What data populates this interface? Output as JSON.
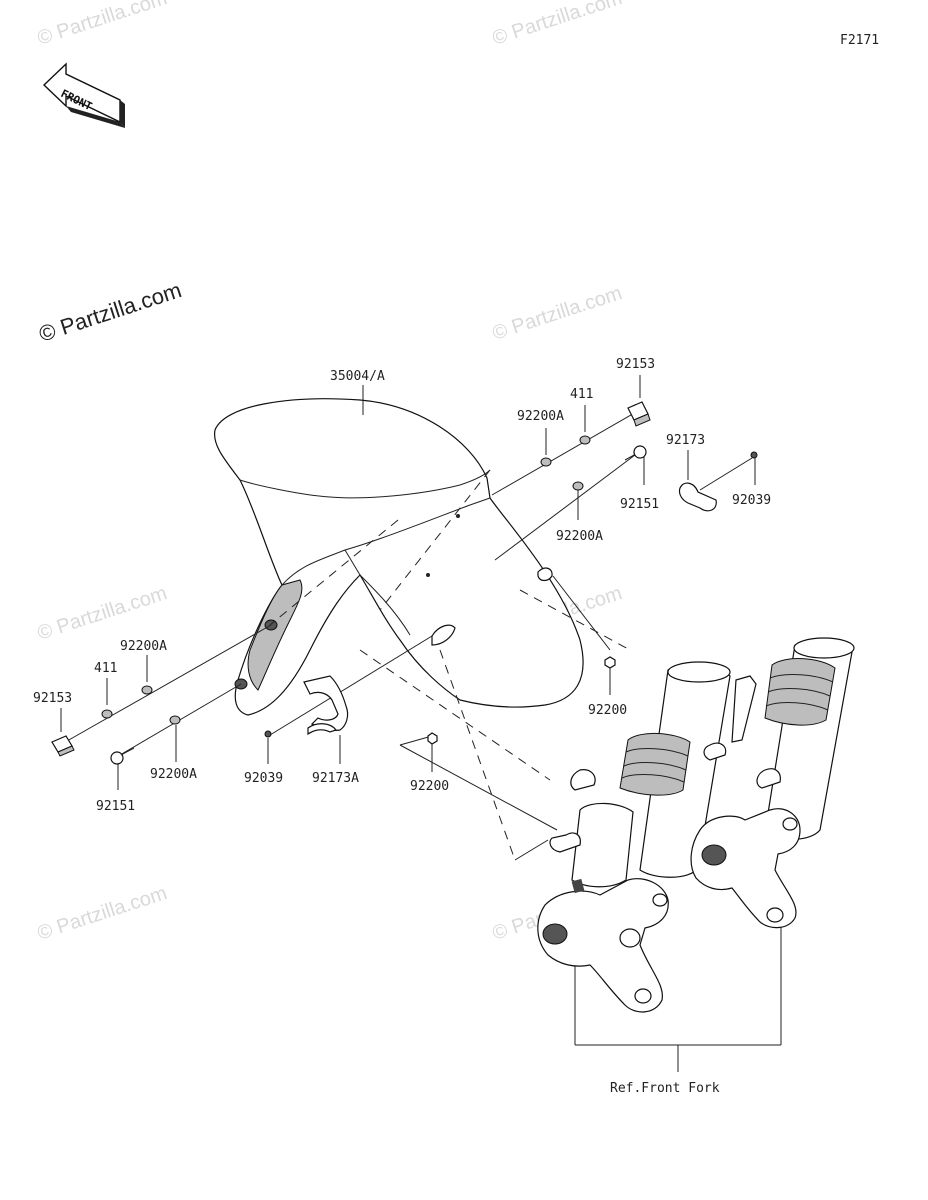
{
  "diagram": {
    "figure_code": "F2171",
    "front_arrow_label": "FRONT",
    "watermark_main": "© Partzilla.com",
    "watermark_faint": "© Partzilla.com",
    "reference_label": "Ref.Front Fork",
    "parts": {
      "fender": "35004/A",
      "bolt_top_right": "92153",
      "collar_top_right": "411",
      "washer_top_right_a": "92200A",
      "washer_top_right_b": "92200A",
      "bolt_right_mid": "92151",
      "clamp_right": "92173",
      "screw_right": "92039",
      "nut_right": "92200",
      "bolt_left_upper": "92153",
      "collar_left": "411",
      "washer_left_a": "92200A",
      "washer_left_b": "92200A",
      "bolt_left_lower": "92151",
      "screw_left": "92039",
      "clamp_left": "92173A",
      "nut_left": "92200"
    }
  }
}
